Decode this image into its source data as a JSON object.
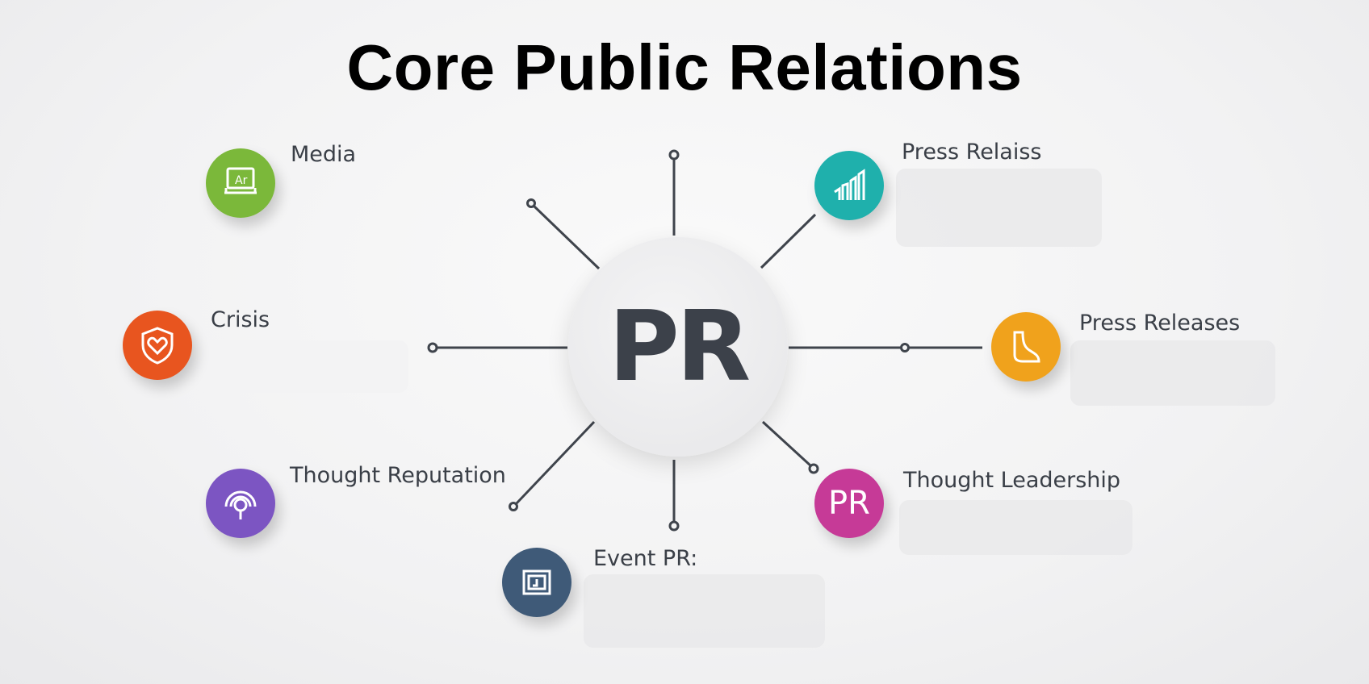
{
  "title": "Core Public Relations",
  "hub": {
    "label": "PR"
  },
  "nodes": [
    {
      "label": "Media",
      "icon": "monitor-icon",
      "color": "#7bb83a"
    },
    {
      "label": "Crisis",
      "icon": "shield-heart-icon",
      "color": "#e8551f"
    },
    {
      "label": "Thought Reputation",
      "icon": "target-pin-icon",
      "color": "#7c55c2"
    },
    {
      "label": "Event PR:",
      "icon": "event-badge-icon",
      "color": "#3f5a78"
    },
    {
      "label": "Press Relaiss",
      "icon": "bar-chart-icon",
      "color": "#1fb0ac"
    },
    {
      "label": "Press Releases",
      "icon": "document-curve-icon",
      "color": "#f0a21c"
    },
    {
      "label": "Thought Leadership",
      "icon": "pr-letters-icon",
      "icon_text": "PR",
      "color": "#c63a97"
    }
  ]
}
